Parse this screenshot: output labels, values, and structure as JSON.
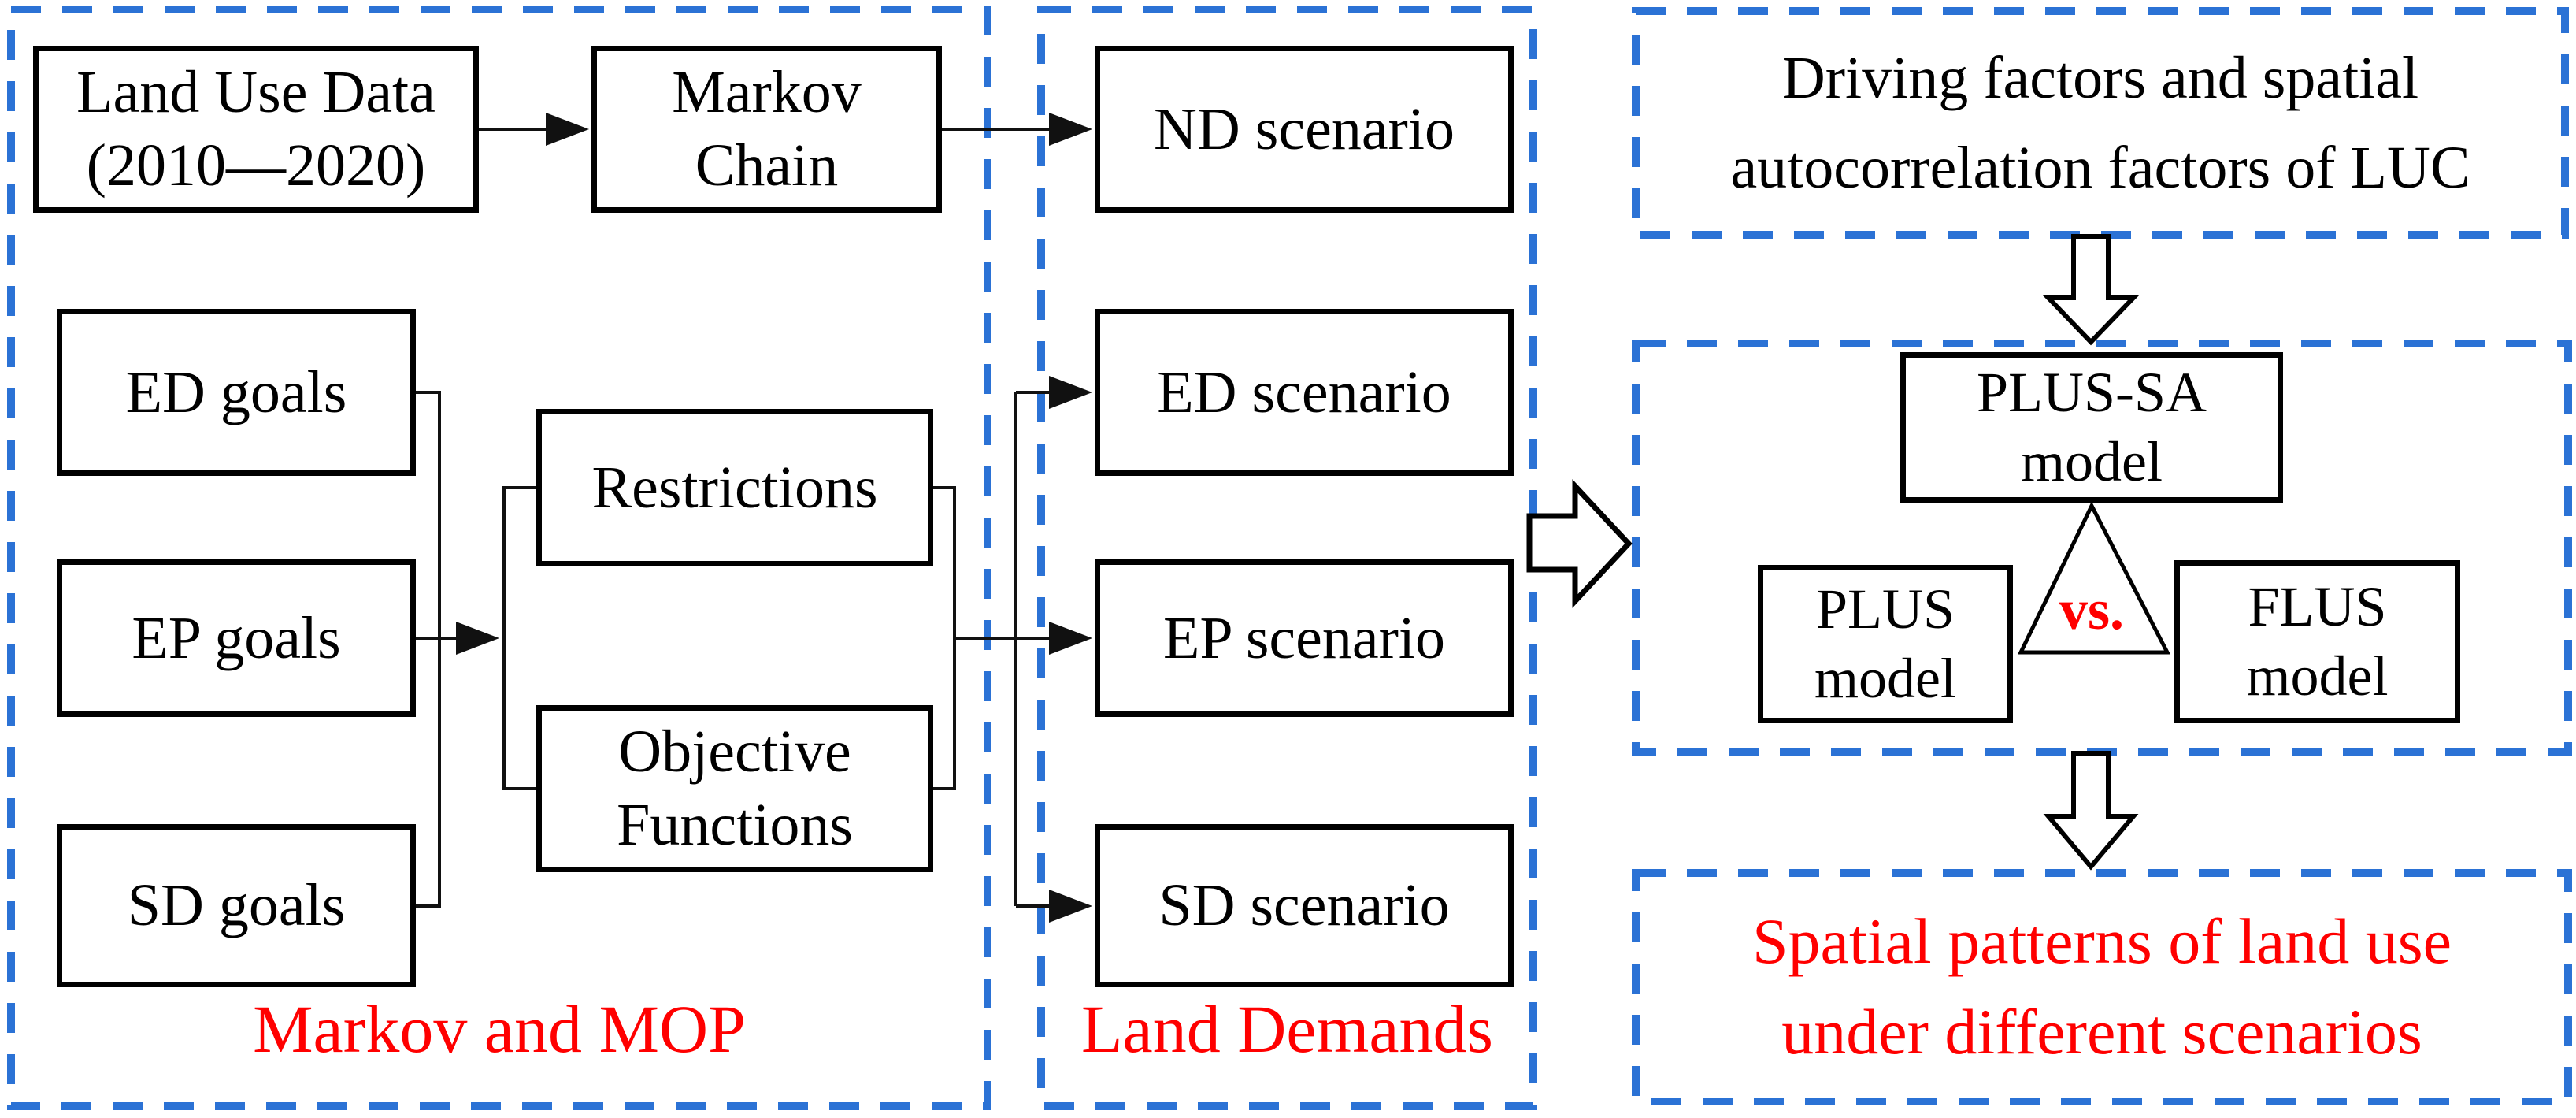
{
  "diagram": {
    "colors": {
      "dashed_border_blue": "#2B72D5",
      "accent_red": "#FF0000",
      "line_black": "#111111"
    },
    "panels": {
      "markov_mop": {
        "label": "Markov and MOP"
      },
      "land_demands": {
        "label": "Land Demands"
      },
      "driving_factors": {
        "text": "Driving factors and spatial\nautocorrelation factors of LUC"
      },
      "output": {
        "text": "Spatial patterns of land use\nunder different scenarios"
      }
    },
    "boxes": {
      "land_use_data": "Land Use Data\n(2010—2020)",
      "markov_chain": "Markov\nChain",
      "ed_goals": "ED goals",
      "ep_goals": "EP goals",
      "sd_goals": "SD goals",
      "restrictions": "Restrictions",
      "objective_functions": "Objective\nFunctions",
      "nd_scenario": "ND scenario",
      "ed_scenario": "ED scenario",
      "ep_scenario": "EP scenario",
      "sd_scenario": "SD scenario",
      "plus_sa_model": "PLUS-SA\nmodel",
      "plus_model": "PLUS\nmodel",
      "flus_model": "FLUS\nmodel"
    },
    "labels": {
      "versus": "vs."
    }
  }
}
